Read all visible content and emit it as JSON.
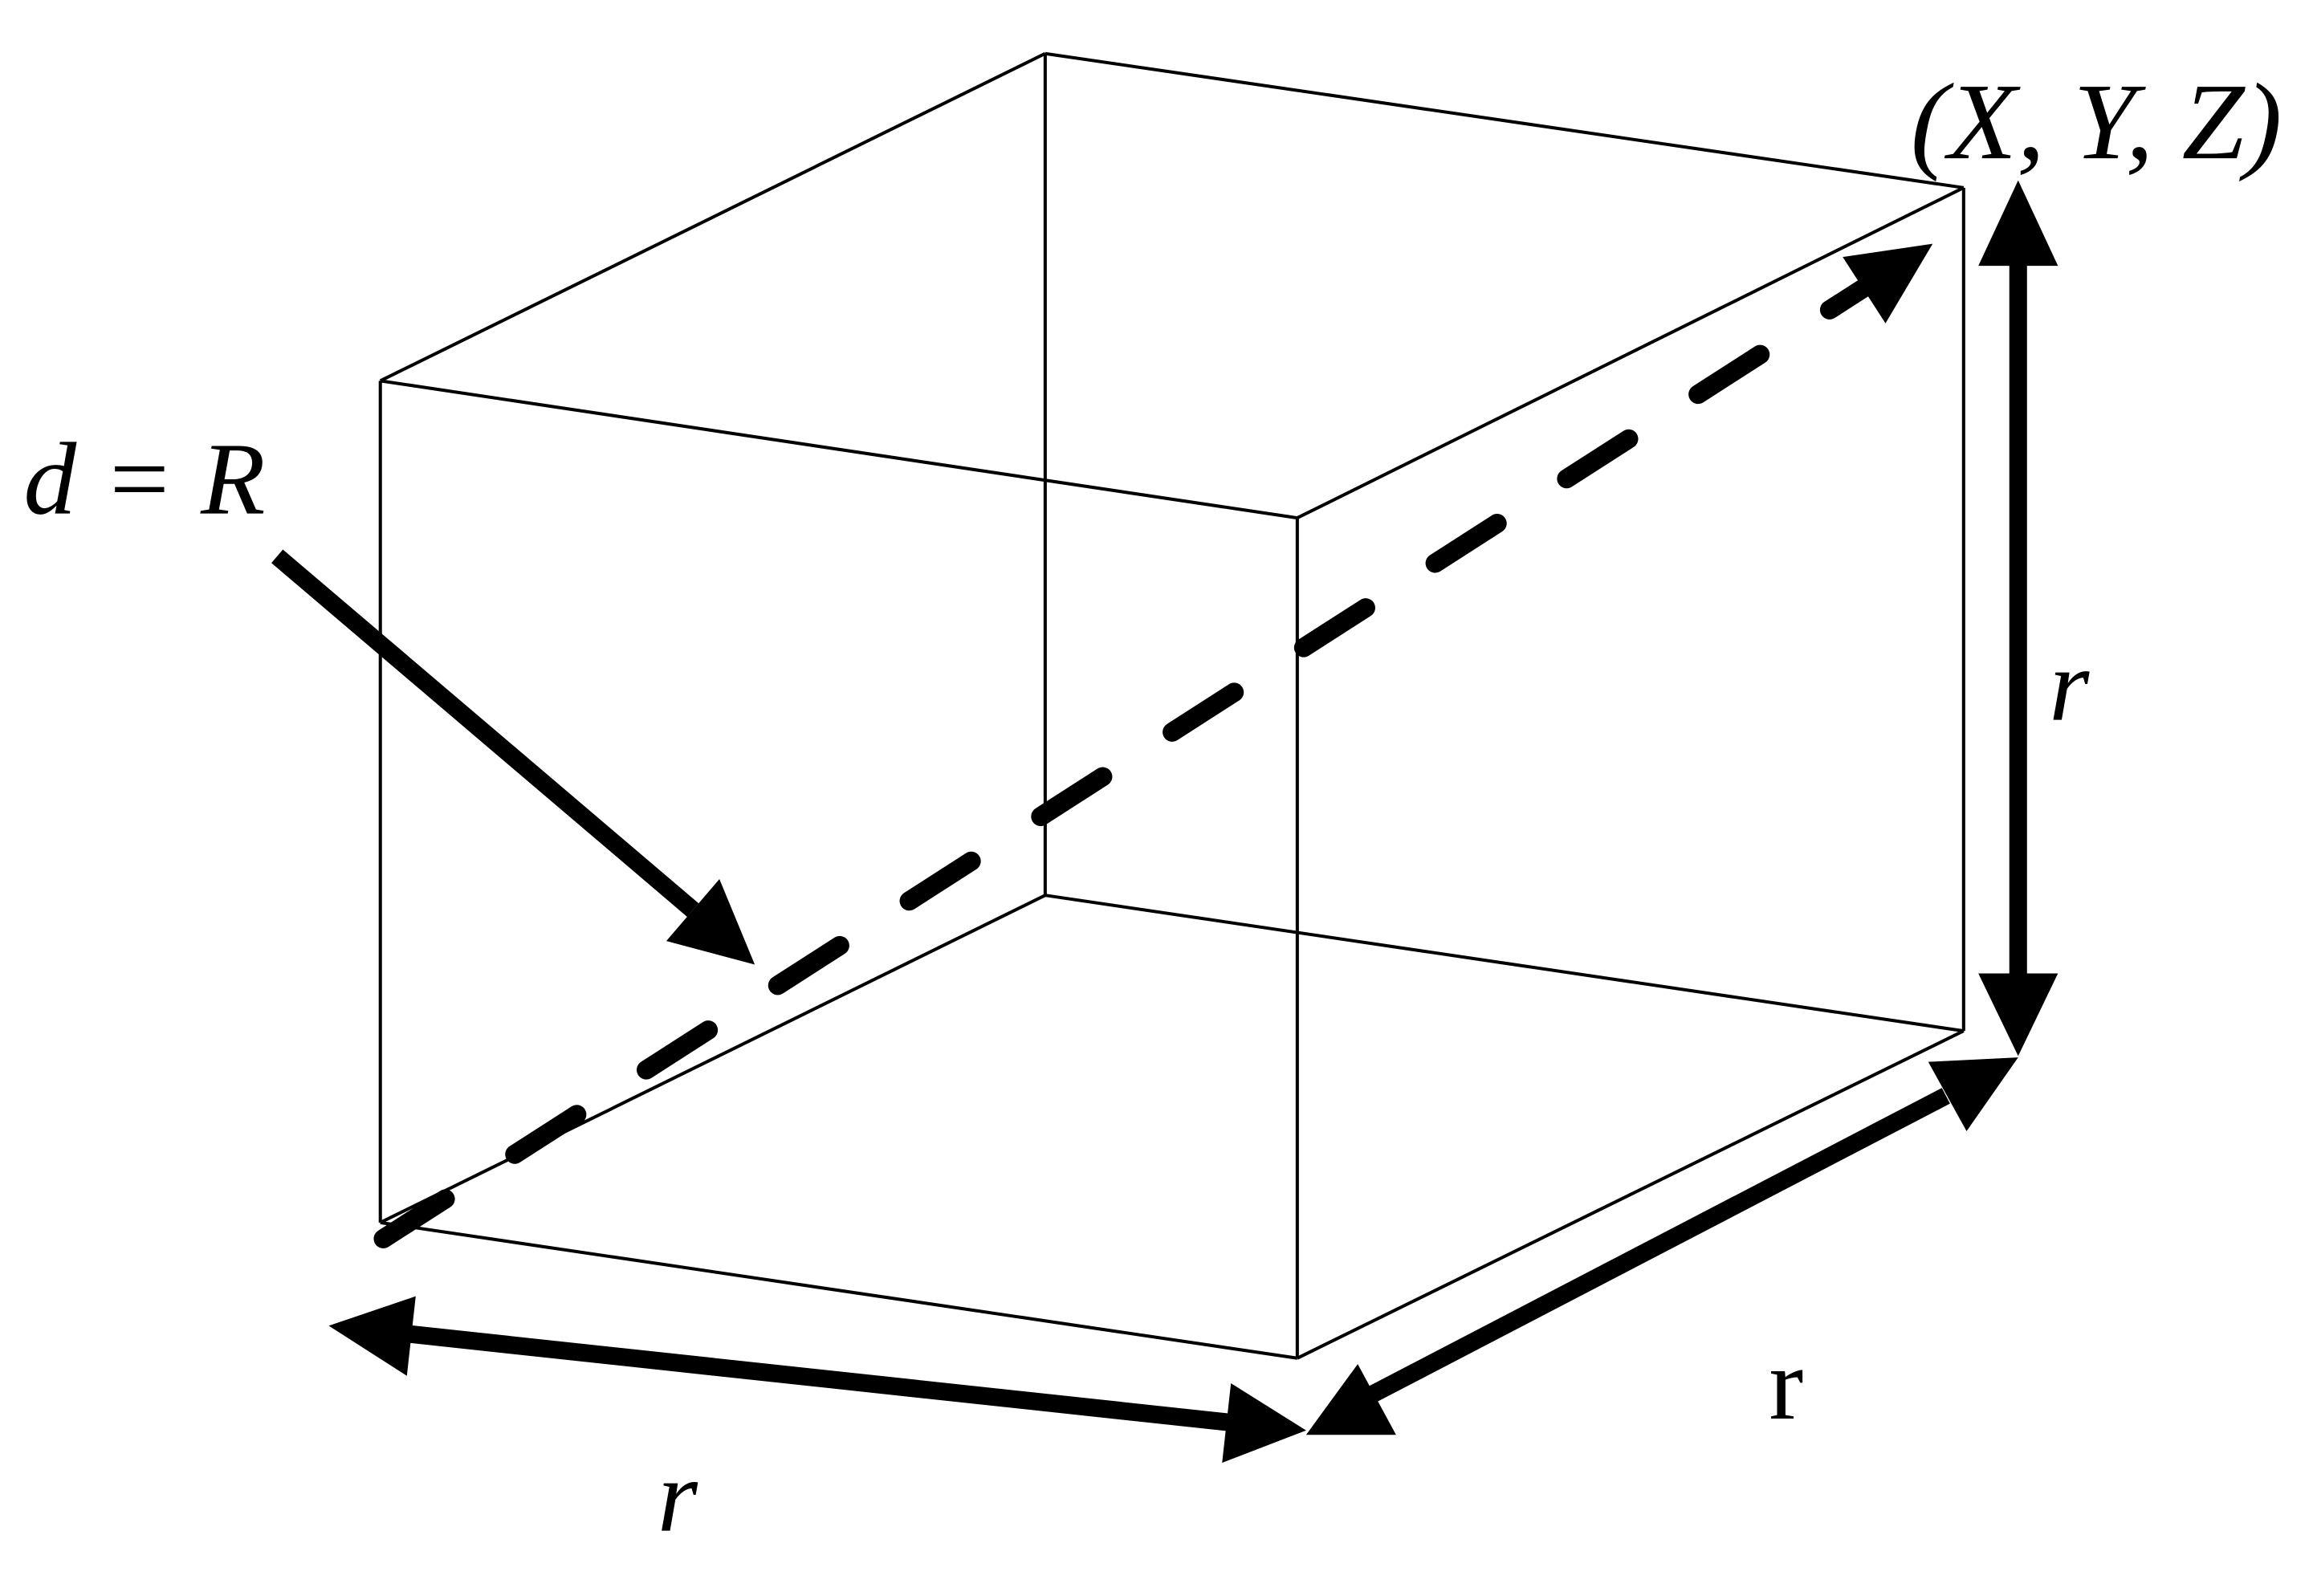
{
  "diagram": {
    "corner_label": "(X, Y, Z)",
    "distance_label": "d = R",
    "vertical_side_label": "r",
    "depth_side_label": "r",
    "bottom_side_label": "r"
  }
}
